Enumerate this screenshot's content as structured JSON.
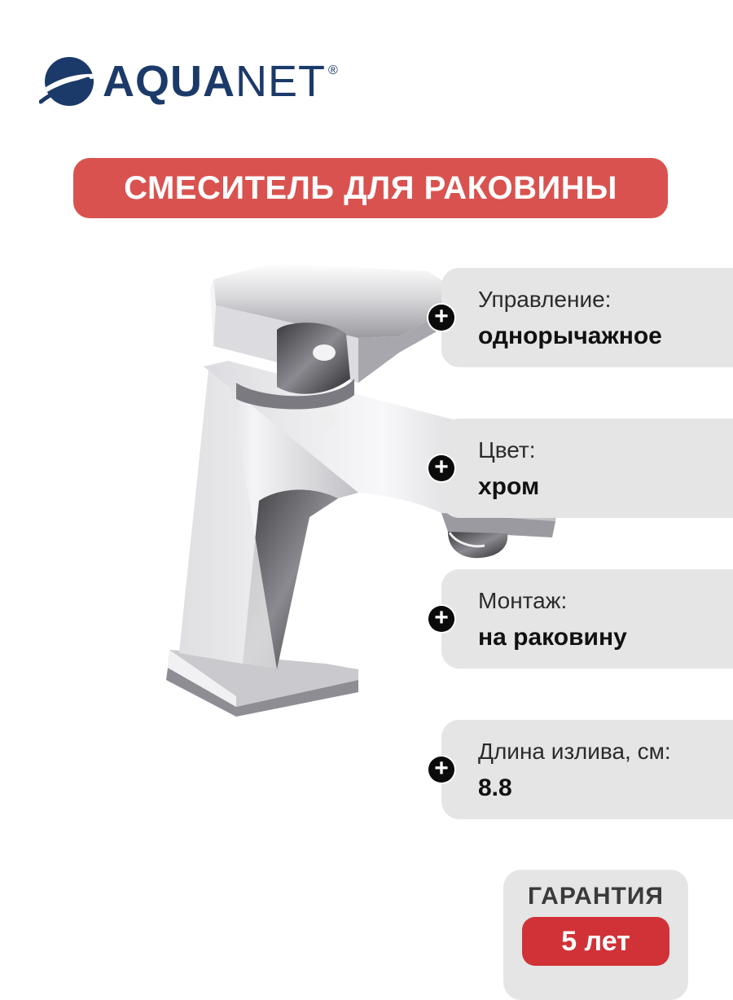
{
  "brand": {
    "name_bold": "AQUA",
    "name_light": "NET",
    "registered": "®",
    "color": "#1b3a69"
  },
  "title": "СМЕСИТЕЛЬ ДЛЯ РАКОВИНЫ",
  "accent_color": "#d9524f",
  "product_image": {
    "icon": "chrome-faucet-illustration"
  },
  "specs": [
    {
      "label": "Управление:",
      "value": "однорычажное"
    },
    {
      "label": "Цвет:",
      "value": "хром"
    },
    {
      "label": "Монтаж:",
      "value": "на раковину"
    },
    {
      "label": "Длина излива, см:",
      "value": "8.8"
    }
  ],
  "plus_symbol": "+",
  "warranty": {
    "label": "ГАРАНТИЯ",
    "value": "5 лет"
  }
}
